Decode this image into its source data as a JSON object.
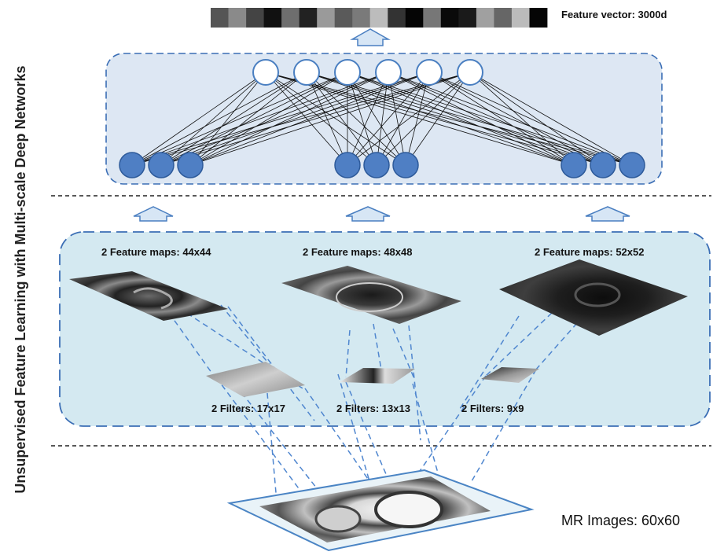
{
  "side_title": "Unsupervised Feature Learning with Multi-scale Deep Networks",
  "feature_vector": {
    "label": "Feature vector: 3000d",
    "cell_grays": [
      "#555",
      "#8a8a8a",
      "#444",
      "#111",
      "#6e6e6e",
      "#222",
      "#9a9a9a",
      "#5a5a5a",
      "#7a7a7a",
      "#bcbcbc",
      "#333",
      "#050505",
      "#777",
      "#0a0a0a",
      "#1a1a1a",
      "#a0a0a0",
      "#666",
      "#bbbbbb",
      "#050505"
    ]
  },
  "network": {
    "hidden_units": 6,
    "input_groups": 3,
    "units_per_group": 3,
    "hidden_color": "#ffffff",
    "input_color": "#4f7fc4"
  },
  "feature_maps": [
    {
      "label": "2 Feature maps: 44x44"
    },
    {
      "label": "2 Feature maps: 48x48"
    },
    {
      "label": "2 Feature maps: 52x52"
    }
  ],
  "filters": [
    {
      "label": "2 Filters: 17x17"
    },
    {
      "label": "2 Filters: 13x13"
    },
    {
      "label": "2 Filters: 9x9"
    }
  ],
  "input_image": {
    "label": "MR Images: 60x60"
  },
  "colors": {
    "panel_fill": "#ddeaf3",
    "panel_border": "#3b6eb5",
    "arrow_border": "#4a7fc1",
    "dashed_line": "#4f86cf",
    "separator": "#222222"
  }
}
